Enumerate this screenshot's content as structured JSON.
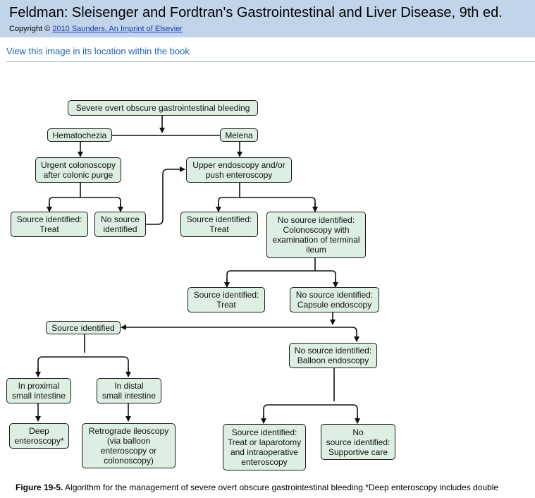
{
  "header": {
    "title": "Feldman: Sleisenger and Fordtran's Gastrointestinal and Liver Disease, 9th ed.",
    "copyright_prefix": "Copyright ©",
    "copyright_link": "2010 Saunders, An Imprint of Elsevier"
  },
  "view_link": "View this image in its location within the book",
  "colors": {
    "header_bg": "#c2d4ea",
    "link": "#2265b6",
    "node_fill": "#ddeee2"
  },
  "diagram": {
    "nodes": {
      "root": "Severe overt obscure gastrointestinal bleeding",
      "hematochezia": "Hematochezia",
      "melena": "Melena",
      "urgent_colonoscopy": "Urgent colonoscopy\nafter colonic purge",
      "upper_endoscopy": "Upper endoscopy and/or\npush enteroscopy",
      "src_treat_1": "Source identified:\nTreat",
      "no_source_1": "No source\nidentified",
      "src_treat_2": "Source identified:\nTreat",
      "no_source_colonoscopy": "No source identified:\nColonoscopy with\nexamination of terminal\nileum",
      "src_treat_3": "Source identified:\nTreat",
      "no_source_capsule": "No source identified:\nCapsule endoscopy",
      "source_identified": "Source identified",
      "no_source_balloon": "No source identified:\nBalloon endoscopy",
      "proximal": "In proximal\nsmall intestine",
      "distal": "In distal\nsmall intestine",
      "deep_enteroscopy": "Deep\nenteroscopy*",
      "retrograde": "Retrograde ileoscopy\n(via balloon\nenteroscopy or\ncolonoscopy)",
      "src_treat_laparotomy": "Source identified:\nTreat or laparotomy\nand intraoperative\nenteroscopy",
      "no_source_supportive": "No\nsource identified:\nSupportive care"
    }
  },
  "caption": {
    "label": "Figure 19-5.",
    "text": "Algorithm for the management of severe overt obscure gastrointestinal bleeding.*Deep enteroscopy includes double"
  }
}
